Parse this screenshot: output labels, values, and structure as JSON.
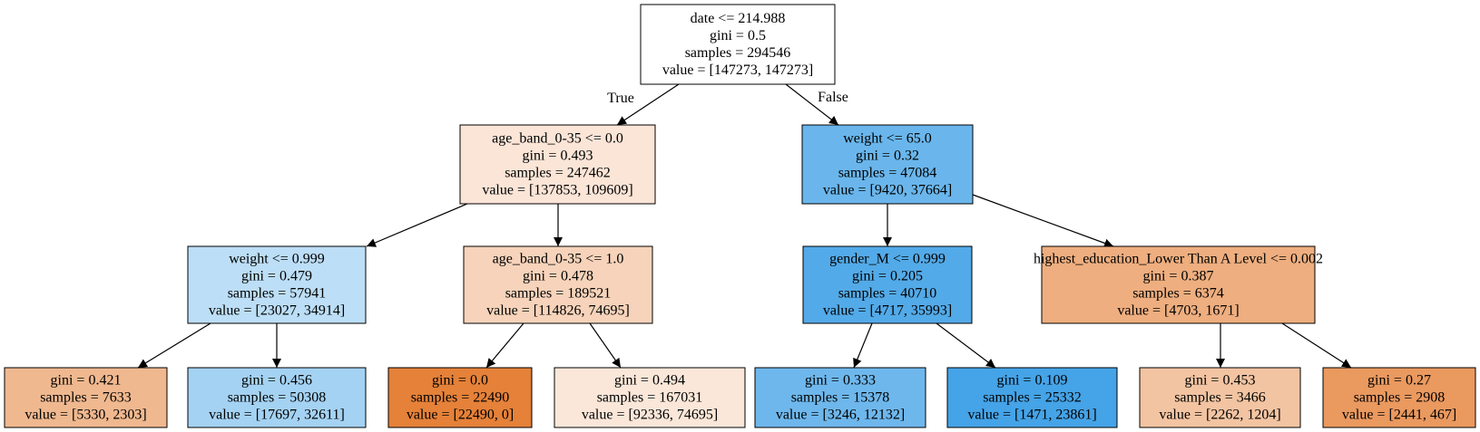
{
  "tree": {
    "nodes": [
      {
        "id": "root",
        "lines": [
          "date <= 214.988",
          "gini = 0.5",
          "samples = 294546",
          "value = [147273, 147273]"
        ],
        "fill": "#ffffff"
      },
      {
        "id": "n1",
        "lines": [
          "age_band_0-35 <= 0.0",
          "gini = 0.493",
          "samples = 247462",
          "value = [137853, 109609]"
        ],
        "fill": "#fbe5d7"
      },
      {
        "id": "n2",
        "lines": [
          "weight <= 65.0",
          "gini = 0.32",
          "samples = 47084",
          "value = [9420, 37664]"
        ],
        "fill": "#6ab6ec"
      },
      {
        "id": "n3",
        "lines": [
          "weight <= 0.999",
          "gini = 0.479",
          "samples = 57941",
          "value = [23027, 34914]"
        ],
        "fill": "#bcdef6"
      },
      {
        "id": "n4",
        "lines": [
          "age_band_0-35 <= 1.0",
          "gini = 0.478",
          "samples = 189521",
          "value = [114826, 74695]"
        ],
        "fill": "#f6d3ba"
      },
      {
        "id": "n5",
        "lines": [
          "gender_M <= 0.999",
          "gini = 0.205",
          "samples = 40710",
          "value = [4717, 35993]"
        ],
        "fill": "#53aae8"
      },
      {
        "id": "n6",
        "lines": [
          "highest_education_Lower Than A Level <= 0.002",
          "gini = 0.387",
          "samples = 6374",
          "value = [4703, 1671]"
        ],
        "fill": "#eeae7f"
      },
      {
        "id": "l1",
        "lines": [
          "gini = 0.421",
          "samples = 7633",
          "value = [5330, 2303]"
        ],
        "fill": "#f0b88f"
      },
      {
        "id": "l2",
        "lines": [
          "gini = 0.456",
          "samples = 50308",
          "value = [17697, 32611]"
        ],
        "fill": "#a4d2f3"
      },
      {
        "id": "l3",
        "lines": [
          "gini = 0.0",
          "samples = 22490",
          "value = [22490, 0]"
        ],
        "fill": "#e58139"
      },
      {
        "id": "l4",
        "lines": [
          "gini = 0.494",
          "samples = 167031",
          "value = [92336, 74695]"
        ],
        "fill": "#fae7d9"
      },
      {
        "id": "l5",
        "lines": [
          "gini = 0.333",
          "samples = 15378",
          "value = [3246, 12132]"
        ],
        "fill": "#6eb7ec"
      },
      {
        "id": "l6",
        "lines": [
          "gini = 0.109",
          "samples = 25332",
          "value = [1471, 23861]"
        ],
        "fill": "#45a3e7"
      },
      {
        "id": "l7",
        "lines": [
          "gini = 0.453",
          "samples = 3466",
          "value = [2262, 1204]"
        ],
        "fill": "#f3c4a2"
      },
      {
        "id": "l8",
        "lines": [
          "gini = 0.27",
          "samples = 2908",
          "value = [2441, 467]"
        ],
        "fill": "#ea995f"
      }
    ],
    "edges": [
      {
        "from": "root",
        "to": "n1",
        "label": "True"
      },
      {
        "from": "root",
        "to": "n2",
        "label": "False"
      },
      {
        "from": "n1",
        "to": "n3",
        "label": ""
      },
      {
        "from": "n1",
        "to": "n4",
        "label": ""
      },
      {
        "from": "n2",
        "to": "n5",
        "label": ""
      },
      {
        "from": "n2",
        "to": "n6",
        "label": ""
      },
      {
        "from": "n3",
        "to": "l1",
        "label": ""
      },
      {
        "from": "n3",
        "to": "l2",
        "label": ""
      },
      {
        "from": "n4",
        "to": "l3",
        "label": ""
      },
      {
        "from": "n4",
        "to": "l4",
        "label": ""
      },
      {
        "from": "n5",
        "to": "l5",
        "label": ""
      },
      {
        "from": "n5",
        "to": "l6",
        "label": ""
      },
      {
        "from": "n6",
        "to": "l7",
        "label": ""
      },
      {
        "from": "n6",
        "to": "l8",
        "label": ""
      }
    ]
  }
}
